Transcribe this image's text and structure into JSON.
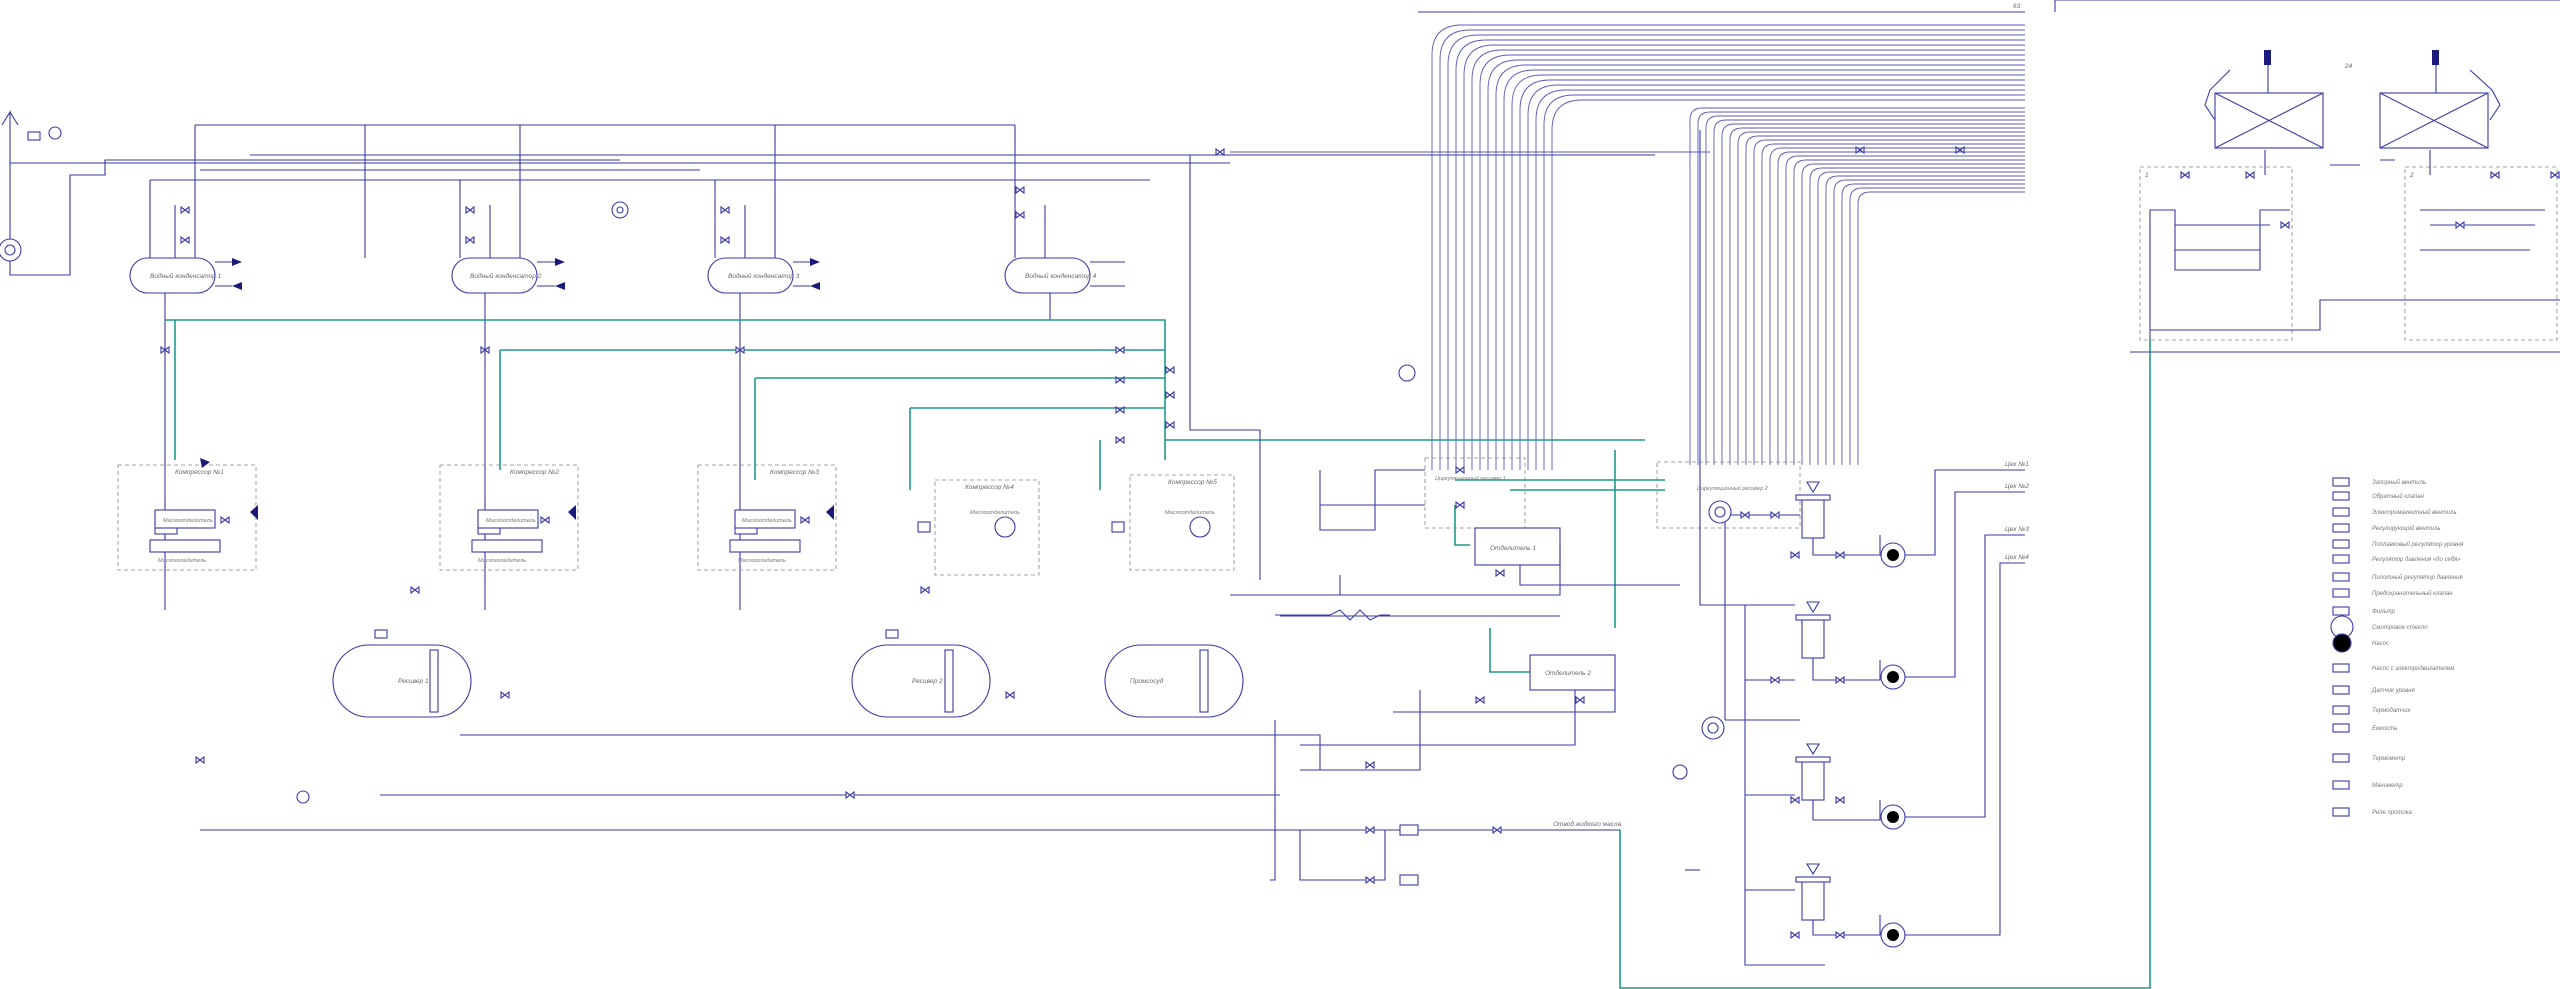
{
  "colors": {
    "pipe": "#3a3aa8",
    "water": "#1f9a88",
    "dark": "#1a1a7a",
    "frame": "#888888"
  },
  "condensers": [
    {
      "label": "Водный конденсатор 1"
    },
    {
      "label": "Водный конденсатор 2"
    },
    {
      "label": "Водный конденсатор 3"
    },
    {
      "label": "Водный конденсатор 4"
    }
  ],
  "compressors": [
    {
      "label": "Компрессор №1",
      "sep": "Маслоотделитель",
      "cooler": "Маслоохладитель"
    },
    {
      "label": "Компрессор №2",
      "sep": "Маслоотделитель",
      "cooler": "Маслоохладитель"
    },
    {
      "label": "Компрессор №3",
      "sep": "Маслоотделитель",
      "cooler": "Маслоохладитель"
    },
    {
      "label": "Компрессор №4",
      "sep": "Маслоотделитель"
    },
    {
      "label": "Компрессор №5",
      "sep": "Маслоотделитель"
    }
  ],
  "receivers": [
    {
      "label": "Ресивер 1"
    },
    {
      "label": "Ресивер 2"
    },
    {
      "label": "Промсосуд"
    }
  ],
  "separators": [
    {
      "label": "Отделитель 1"
    },
    {
      "label": "Отделитель 2"
    }
  ],
  "tanks": [
    {
      "label": "Циркуляционный ресивер 1"
    },
    {
      "label": "Циркуляционный ресивер 2"
    }
  ],
  "outlets": [
    {
      "label": "Цех №1"
    },
    {
      "label": "Цех №2"
    },
    {
      "label": "Цех №3"
    },
    {
      "label": "Цех №4"
    }
  ],
  "drain_label": "Отвод жидкого масла",
  "coolers": [
    {
      "label": "1"
    },
    {
      "label": "2"
    }
  ],
  "top_labels": {
    "a": "63",
    "b": "24"
  },
  "legend": [
    {
      "icon": "gate-valve-icon",
      "label": "Запорный вентиль"
    },
    {
      "icon": "check-valve-icon",
      "label": "Обратный клапан"
    },
    {
      "icon": "solenoid-valve-icon",
      "label": "Электромагнитный вентиль"
    },
    {
      "icon": "control-valve-icon",
      "label": "Регулирующий вентиль"
    },
    {
      "icon": "float-valve-icon",
      "label": "Поплавковый регулятор уровня"
    },
    {
      "icon": "pressure-regulator-icon",
      "label": "Регулятор давления «до себя»"
    },
    {
      "icon": "pilot-valve-icon",
      "label": "Пилотный регулятор давления"
    },
    {
      "icon": "safety-valve-icon",
      "label": "Предохранительный клапан"
    },
    {
      "icon": "filter-icon",
      "label": "Фильтр"
    },
    {
      "icon": "sight-glass-icon",
      "label": "Смотровое стекло"
    },
    {
      "icon": "pump-icon",
      "label": "Насос"
    },
    {
      "icon": "motor-pump-icon",
      "label": "Насос с электродвигателем"
    },
    {
      "icon": "level-gauge-icon",
      "label": "Датчик уровня"
    },
    {
      "icon": "temp-sensor-icon",
      "label": "Термодатчик"
    },
    {
      "icon": "tank-icon",
      "label": "Емкость"
    },
    {
      "icon": "thermometer-icon",
      "label": "Термометр"
    },
    {
      "icon": "manometer-icon",
      "label": "Манометр"
    },
    {
      "icon": "flow-switch-icon",
      "label": "Реле протока"
    }
  ]
}
